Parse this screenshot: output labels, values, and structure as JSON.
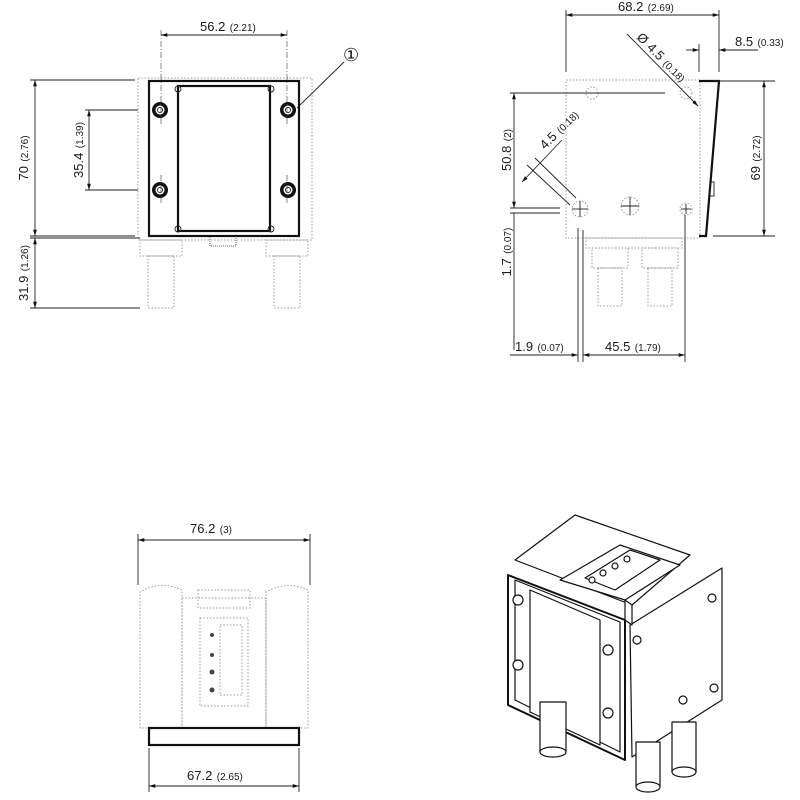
{
  "views": {
    "front": {
      "width": {
        "mm": "56.2",
        "in": "(2.21)"
      },
      "height": {
        "mm": "70",
        "in": "(2.76)"
      },
      "hole_spacing": {
        "mm": "35.4",
        "in": "(1.39)"
      },
      "fitting_length": {
        "mm": "31.9",
        "in": "(1.26)"
      },
      "callout": "①"
    },
    "side": {
      "overall_width": {
        "mm": "68.2",
        "in": "(2.69)"
      },
      "bracket_depth": {
        "mm": "8.5",
        "in": "(0.33)"
      },
      "hole_diameter": {
        "prefix": "Ø",
        "mm": "4.5",
        "in": "(0.18)"
      },
      "slot_width": {
        "mm": "4.5",
        "in": "(0.18)"
      },
      "height": {
        "mm": "69",
        "in": "(2.72)"
      },
      "hole_spacing": {
        "mm": "50.8",
        "in": "(2)"
      },
      "offset_v": {
        "mm": "1.7",
        "in": "(0.07)"
      },
      "offset_h": {
        "mm": "1.9",
        "in": "(0.07)"
      },
      "hole_spacing_h": {
        "mm": "45.5",
        "in": "(1.79)"
      }
    },
    "bottom": {
      "overall_width": {
        "mm": "76.2",
        "in": "(3)"
      },
      "bracket_width": {
        "mm": "67.2",
        "in": "(2.65)"
      }
    }
  },
  "colors": {
    "line": "#111111",
    "hidden": "#999999"
  }
}
